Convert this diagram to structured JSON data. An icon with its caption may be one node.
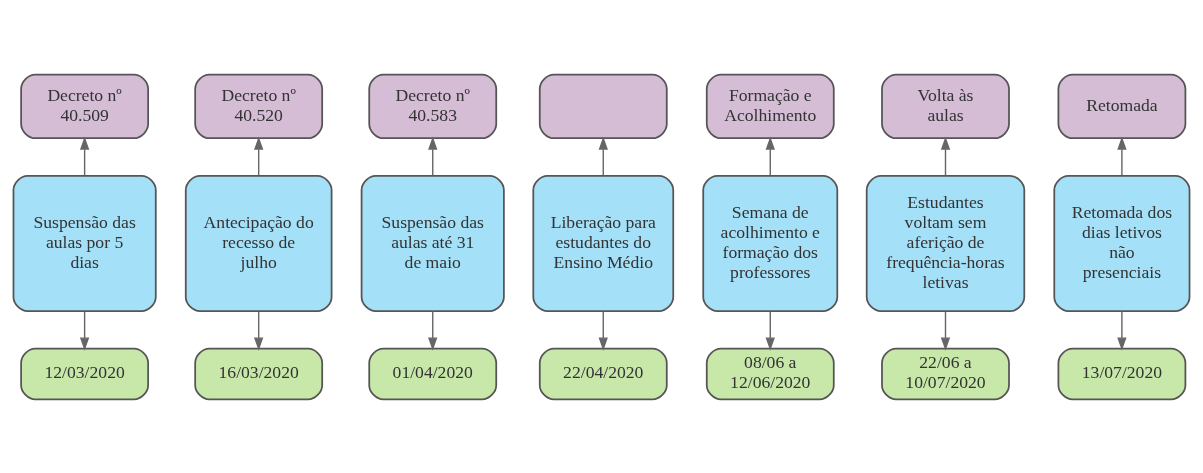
{
  "diagram": {
    "nodes": [
      {
        "text": [
          "Decreto nº 40.509"
        ]
      },
      {
        "text": [
          "Suspensão das aulas por 5 dias"
        ]
      },
      {
        "text": [
          "12/03/2020"
        ]
      },
      {
        "text": [
          "Decreto nº 40.520"
        ]
      },
      {
        "text": [
          "Antecipação do recesso de julho"
        ]
      },
      {
        "text": [
          "16/03/2020"
        ]
      },
      {
        "text": [
          "Decreto nº 40.583"
        ]
      },
      {
        "text": [
          "Suspensão das aulas até 31 de maio"
        ]
      },
      {
        "text": [
          "01/04/2020"
        ]
      },
      {
        "text": [],
        "shape": "box"
      },
      {
        "text": [
          "Liberação para estudantes do Ensino Médio"
        ]
      },
      {
        "text": [
          "22/04/2020"
        ]
      },
      {
        "text": [
          "Formação e Acolhimento"
        ]
      },
      {
        "text": [
          "Semana de acolhimento e formação dos professores"
        ]
      },
      {
        "text": [
          "08/06 a 12/06/2020"
        ]
      },
      {
        "text": [
          "Volta às aulas"
        ]
      },
      {
        "text": [
          "Estudantes voltam sem aferição de frequência-horas letivas"
        ]
      },
      {
        "text": [
          "22/06 a 10/07/2020"
        ]
      },
      {
        "text": [
          "Retomada"
        ]
      },
      {
        "text": [
          "Retomada dos dias letivos não presenciais"
        ]
      },
      {
        "text": [
          "13/07/2020"
        ]
      }
    ],
    "edges": [
      {
        "from": 1,
        "to": 0,
        "arrow": "to"
      },
      {
        "from": 1,
        "to": 2,
        "arrow": "to"
      },
      {
        "from": 4,
        "to": 3,
        "arrow": "to"
      },
      {
        "from": 4,
        "to": 5,
        "arrow": "to"
      },
      {
        "from": 7,
        "to": 6,
        "arrow": "to"
      },
      {
        "from": 7,
        "to": 8,
        "arrow": "to"
      },
      {
        "from": 10,
        "to": 9,
        "arrow": "to"
      },
      {
        "from": 10,
        "to": 11,
        "arrow": "to"
      },
      {
        "from": 13,
        "to": 12,
        "arrow": "to"
      },
      {
        "from": 13,
        "to": 14,
        "arrow": "to"
      },
      {
        "from": 16,
        "to": 15,
        "arrow": "to"
      },
      {
        "from": 16,
        "to": 17,
        "arrow": "to"
      },
      {
        "from": 19,
        "to": 18,
        "arrow": "to"
      },
      {
        "from": 19,
        "to": 20,
        "arrow": "to"
      }
    ]
  }
}
